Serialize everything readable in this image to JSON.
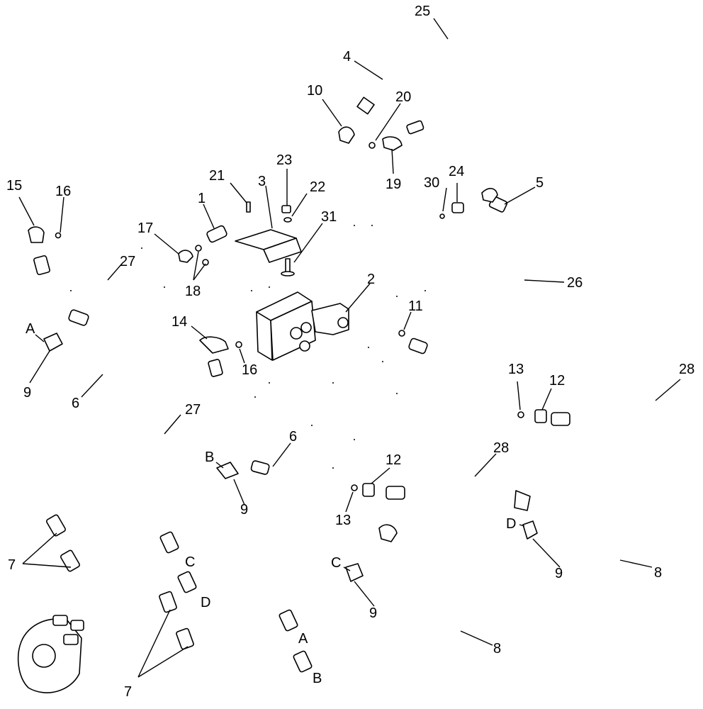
{
  "callouts": [
    {
      "id": "c25",
      "text": "25"
    },
    {
      "id": "c4",
      "text": "4"
    },
    {
      "id": "c10",
      "text": "10"
    },
    {
      "id": "c20",
      "text": "20"
    },
    {
      "id": "c19",
      "text": "19"
    },
    {
      "id": "c23",
      "text": "23"
    },
    {
      "id": "c21",
      "text": "21"
    },
    {
      "id": "c3",
      "text": "3"
    },
    {
      "id": "c22",
      "text": "22"
    },
    {
      "id": "c31",
      "text": "31"
    },
    {
      "id": "c30",
      "text": "30"
    },
    {
      "id": "c24",
      "text": "24"
    },
    {
      "id": "c5",
      "text": "5"
    },
    {
      "id": "c15",
      "text": "15"
    },
    {
      "id": "c16a",
      "text": "16"
    },
    {
      "id": "c1",
      "text": "1"
    },
    {
      "id": "c17",
      "text": "17"
    },
    {
      "id": "c18",
      "text": "18"
    },
    {
      "id": "c27a",
      "text": "27"
    },
    {
      "id": "c2",
      "text": "2"
    },
    {
      "id": "c26",
      "text": "26"
    },
    {
      "id": "c11",
      "text": "11"
    },
    {
      "id": "cA1",
      "text": "A"
    },
    {
      "id": "c14",
      "text": "14"
    },
    {
      "id": "c16b",
      "text": "16"
    },
    {
      "id": "c9a",
      "text": "9"
    },
    {
      "id": "c6a",
      "text": "6"
    },
    {
      "id": "c13a",
      "text": "13"
    },
    {
      "id": "c12a",
      "text": "12"
    },
    {
      "id": "c28a",
      "text": "28"
    },
    {
      "id": "c27b",
      "text": "27"
    },
    {
      "id": "c6b",
      "text": "6"
    },
    {
      "id": "cB1",
      "text": "B"
    },
    {
      "id": "c9b",
      "text": "9"
    },
    {
      "id": "c12b",
      "text": "12"
    },
    {
      "id": "c28b",
      "text": "28"
    },
    {
      "id": "c13b",
      "text": "13"
    },
    {
      "id": "cD1",
      "text": "D"
    },
    {
      "id": "c9c",
      "text": "9"
    },
    {
      "id": "c7a",
      "text": "7"
    },
    {
      "id": "cC1",
      "text": "C"
    },
    {
      "id": "c8a",
      "text": "8"
    },
    {
      "id": "cC2",
      "text": "C"
    },
    {
      "id": "cD2",
      "text": "D"
    },
    {
      "id": "c9d",
      "text": "9"
    },
    {
      "id": "cA2",
      "text": "A"
    },
    {
      "id": "c8b",
      "text": "8"
    },
    {
      "id": "c7b",
      "text": "7"
    },
    {
      "id": "cB2",
      "text": "B"
    }
  ]
}
